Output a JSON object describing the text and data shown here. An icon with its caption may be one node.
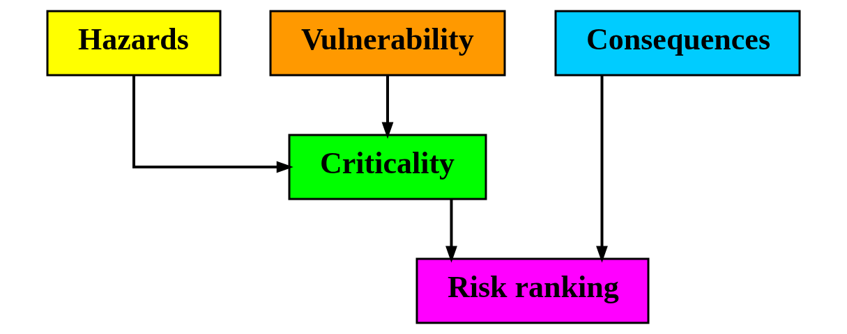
{
  "diagram": {
    "nodes": [
      {
        "text": [
          "Hazards"
        ]
      },
      {
        "text": [
          "Vulnerability"
        ]
      },
      {
        "text": [
          "Consequences"
        ]
      },
      {
        "text": [
          "Criticality"
        ]
      },
      {
        "text": [
          "Risk ranking"
        ]
      }
    ],
    "edges": [
      {
        "from": 0,
        "to": 3,
        "arrow": "to"
      },
      {
        "from": 1,
        "to": 3,
        "arrow": "to"
      },
      {
        "from": 3,
        "to": 4,
        "arrow": "to"
      },
      {
        "from": 2,
        "to": 4,
        "arrow": "to"
      }
    ]
  }
}
